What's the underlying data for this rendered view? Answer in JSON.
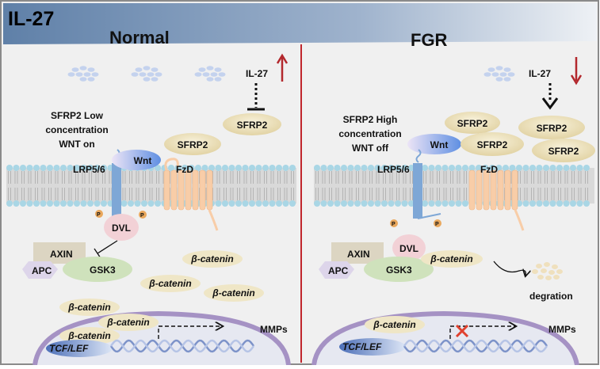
{
  "banner": {
    "label": "IL-27"
  },
  "normal": {
    "title": "Normal",
    "il27": "IL-27",
    "sfrp2_top": "SFRP2",
    "sfrp2_mid": "SFRP2",
    "status": [
      "SFRP2 Low",
      "concentration",
      "WNT on"
    ],
    "wnt": "Wnt",
    "lrp": "LRP5/6",
    "fzd": "FzD",
    "p1": "P",
    "p2": "P",
    "dvl": "DVL",
    "axin": "AXIN",
    "apc": "APC",
    "gsk3": "GSK3",
    "catenins": [
      "β-catenin",
      "β-catenin",
      "β-catenin",
      "β-catenin",
      "β-catenin",
      "β-catenin"
    ],
    "tcf": "TCF/LEF",
    "mmps": "MMPs"
  },
  "fgr": {
    "title": "FGR",
    "il27": "IL-27",
    "sfrp2": [
      "SFRP2",
      "SFRP2",
      "SFRP2",
      "SFRP2"
    ],
    "status": [
      "SFRP2 High",
      "concentration",
      "WNT off"
    ],
    "wnt": "Wnt",
    "lrp": "LRP5/6",
    "fzd": "FzD",
    "p1": "P",
    "p2": "P",
    "dvl": "DVL",
    "axin": "AXIN",
    "apc": "APC",
    "gsk3": "GSK3",
    "catenin_cyto": "β-catenin",
    "degradation": "degration",
    "catenin_nuc": "β-catenin",
    "tcf": "TCF/LEF",
    "mmps": "MMPs"
  },
  "colors": {
    "banner": "#5f80a8",
    "divider": "#c0272d",
    "arrow": "#b3282d",
    "sfrp2": "#ece2bf",
    "wnt": "#6f95e4",
    "receptor": "#7ea7d6",
    "fzd": "#f8cda8",
    "dvl": "#f2d1d6",
    "axin": "#dcd5c2",
    "apc": "#ddd5ea",
    "gsk3": "#cfe2bc",
    "nucleus": "#a592c4",
    "block": "#e0412f"
  }
}
